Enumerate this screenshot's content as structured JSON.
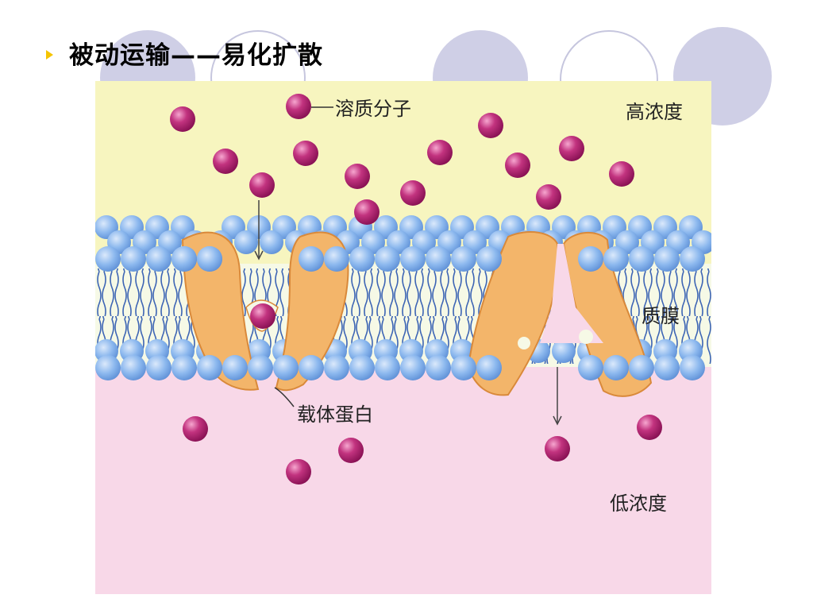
{
  "slide": {
    "title": "被动运输——易化扩散"
  },
  "diagram": {
    "labels": {
      "solute": "溶质分子",
      "high_concentration": "高浓度",
      "membrane": "质膜",
      "carrier_protein": "载体蛋白",
      "low_concentration": "低浓度"
    },
    "colors": {
      "top_region": "#f7f5bf",
      "bottom_region": "#f8d8e8",
      "protein": "#f3b56a",
      "lipid_head": "#8cb8ee",
      "solute": "#c2337f",
      "tail": "#3c64b4",
      "bullet": "#f5c400",
      "deco_circle": "#cfcfe6"
    }
  }
}
